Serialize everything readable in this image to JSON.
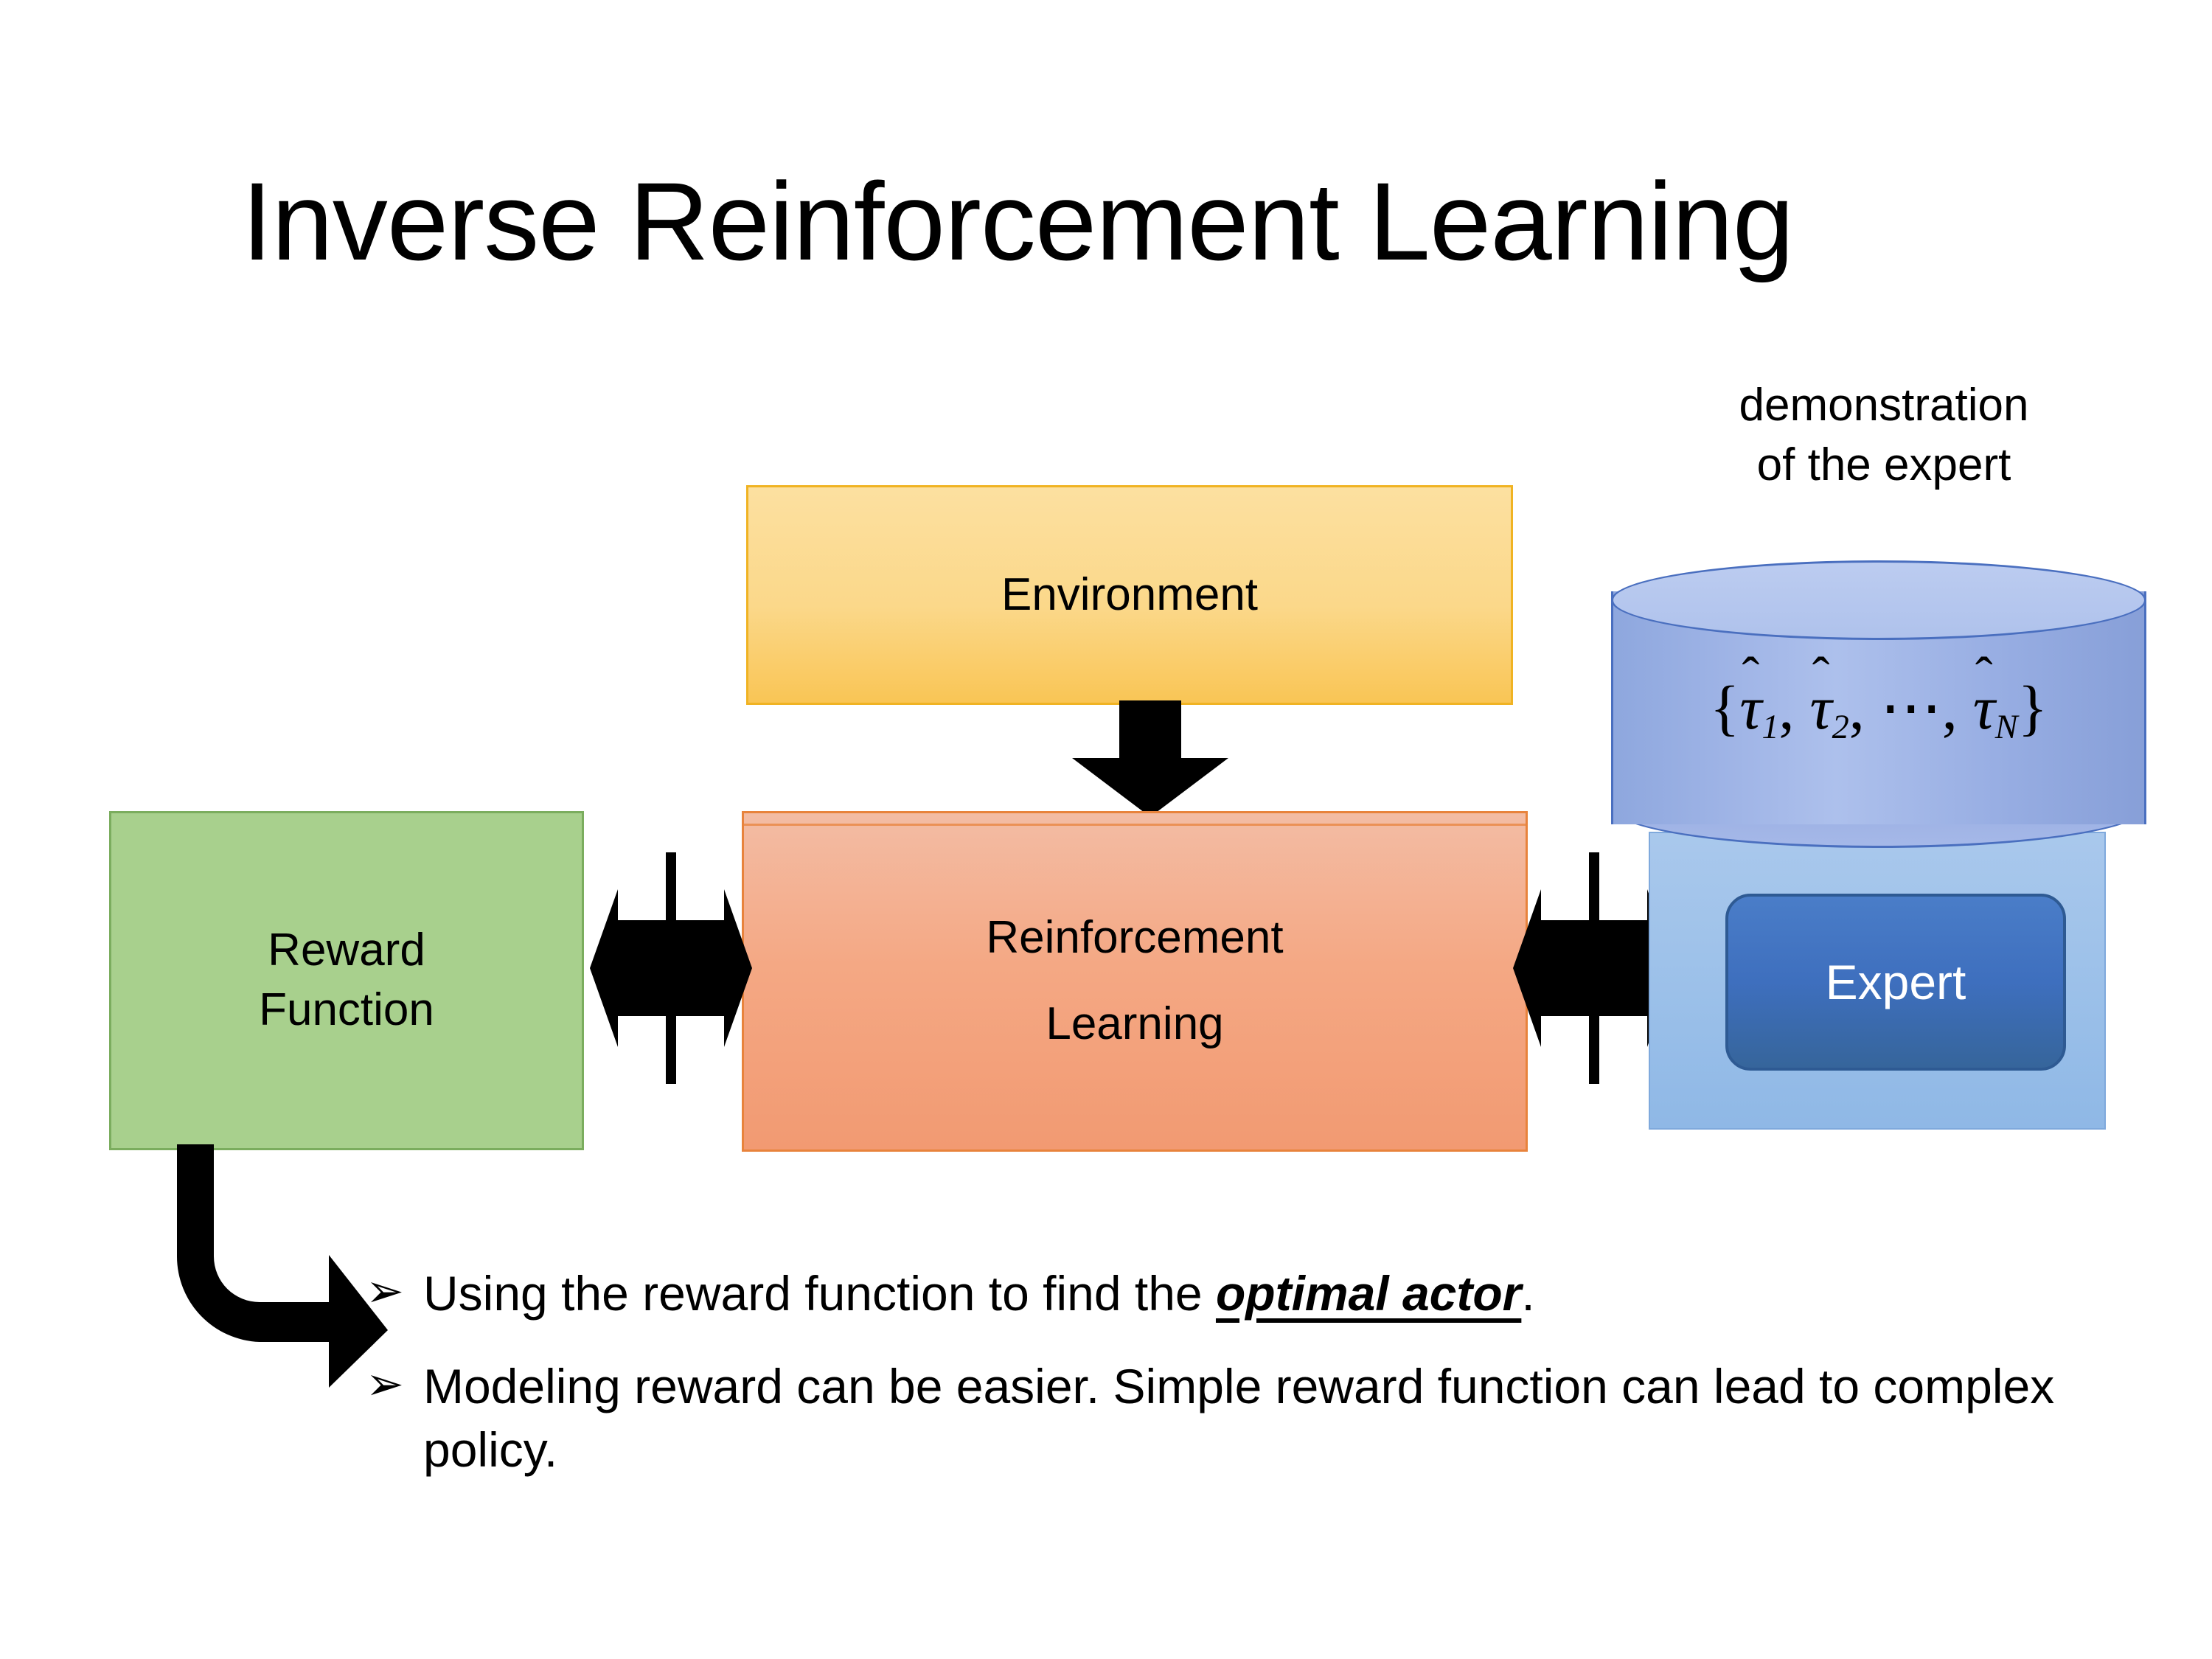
{
  "slide": {
    "title": "Inverse Reinforcement Learning",
    "background_color": "#FFFFFF"
  },
  "diagram": {
    "environment_box": {
      "label": "Environment",
      "fill_color": "#FBD88A",
      "border_color": "#F0B323"
    },
    "reinforcement_learning_box": {
      "label_line1": "Reinforcement",
      "label_line2": "Learning",
      "fill_color": "#F4A884",
      "border_color": "#E8833C"
    },
    "reward_function_box": {
      "label_line1": "Reward",
      "label_line2": "Function",
      "fill_color": "#A8D08D",
      "border_color": "#7BAD5E"
    },
    "expert_group": {
      "caption_line1": "demonstration",
      "caption_line2": "of the expert",
      "cylinder_label_plain": "{τ̂1, τ̂2, ⋯, τ̂N}",
      "cylinder_tokens": {
        "open_brace": "{",
        "tau": "τ",
        "hat": "̂",
        "sub1": "1",
        "sub2": "2",
        "subN": "N",
        "comma": ",",
        "ellipsis": "⋯",
        "close_brace": "}"
      },
      "cylinder_fill_color": "#9FB4E6",
      "cylinder_border_color": "#4A6FBF",
      "backplate_fill_color": "#9BC0E9",
      "expert_chip_label": "Expert",
      "expert_chip_fill_color": "#3E6FBE",
      "expert_chip_text_color": "#FFFFFF"
    },
    "arrows": {
      "env_to_rl": "down-arrow",
      "reward_to_rl": "left-right-quad-arrow",
      "rl_to_expert": "left-right-quad-arrow",
      "reward_to_bullet": "bent-arrow-down-right",
      "arrow_color": "#000000"
    }
  },
  "bullets": [
    {
      "marker": "➢",
      "text_before": "Using the reward function to find the ",
      "emphasis": "optimal actor",
      "text_after": "."
    },
    {
      "marker": "➢",
      "text_before": "Modeling reward can be easier. Simple reward function can lead to complex policy.",
      "emphasis": "",
      "text_after": ""
    }
  ]
}
